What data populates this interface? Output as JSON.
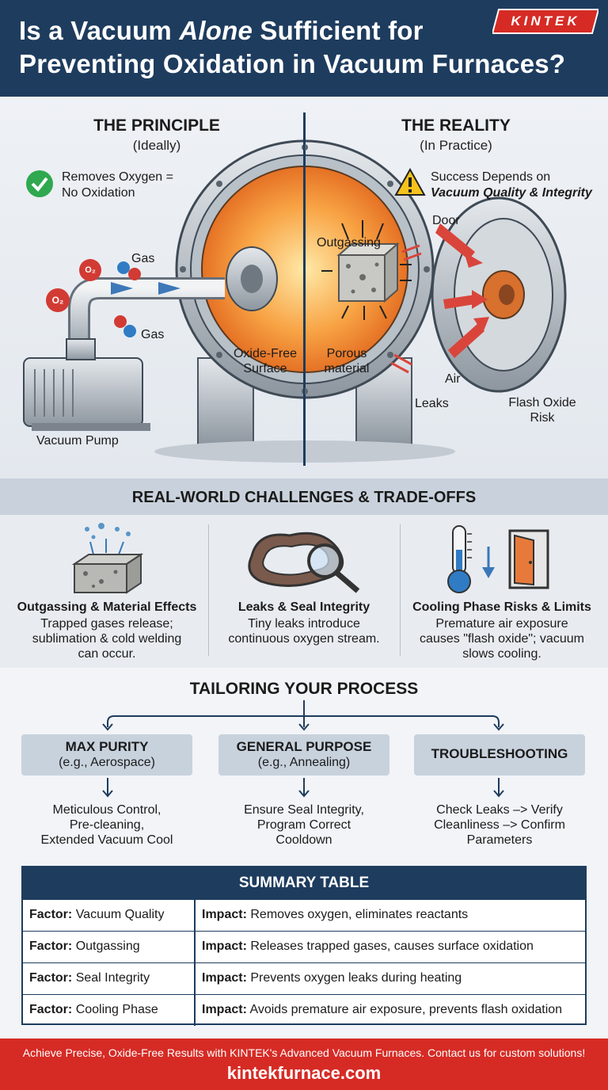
{
  "header": {
    "title_line1_pre": "Is a Vacuum ",
    "title_line1_em": "Alone",
    "title_line1_post": " Sufficient for",
    "title_line2": "Preventing Oxidation in Vacuum Furnaces?",
    "logo_text": "KINTEK"
  },
  "principle": {
    "title": "THE PRINCIPLE",
    "subtitle": "(Ideally)",
    "check_text_1": "Removes Oxygen =",
    "check_text_2": "No Oxidation",
    "o2_label": "O₂",
    "gas_label_1": "Gas",
    "gas_label_2": "Gas",
    "surface_label_1": "Oxide-Free",
    "surface_label_2": "Surface",
    "pump_label": "Vacuum Pump"
  },
  "reality": {
    "title": "THE REALITY",
    "subtitle": "(In Practice)",
    "warn_text_1": "Success Depends on",
    "warn_text_2": "Vacuum Quality & Integrity",
    "door_label": "Door",
    "outgassing_label": "Outgassing",
    "porous_label_1": "Porous",
    "porous_label_2": "material",
    "air_label": "Air",
    "leaks_label": "Leaks",
    "flash_label_1": "Flash Oxide",
    "flash_label_2": "Risk"
  },
  "challenges": {
    "title": "REAL-WORLD CHALLENGES & TRADE-OFFS",
    "items": [
      {
        "title": "Outgassing & Material Effects",
        "text": [
          "Trapped gases release;",
          "sublimation & cold welding",
          "can occur."
        ]
      },
      {
        "title": "Leaks & Seal Integrity",
        "text": [
          "Tiny leaks introduce",
          "continuous oxygen stream."
        ]
      },
      {
        "title": "Cooling Phase Risks & Limits",
        "text": [
          "Premature air exposure",
          "causes \"flash oxide\"; vacuum",
          "slows cooling."
        ]
      }
    ]
  },
  "tailoring": {
    "title": "TAILORING YOUR PROCESS",
    "boxes": [
      {
        "title": "MAX PURITY",
        "sub": "(e.g., Aerospace)",
        "text": [
          "Meticulous Control,",
          "Pre-cleaning,",
          "Extended Vacuum Cool"
        ]
      },
      {
        "title": "GENERAL PURPOSE",
        "sub": "(e.g., Annealing)",
        "text": [
          "Ensure Seal Integrity,",
          "Program Correct",
          "Cooldown"
        ]
      },
      {
        "title": "TROUBLESHOOTING",
        "sub": "",
        "text": [
          "Check Leaks –> Verify",
          "Cleanliness –> Confirm",
          "Parameters"
        ]
      }
    ]
  },
  "summary": {
    "title": "SUMMARY TABLE",
    "factor_prefix": "Factor:",
    "impact_prefix": "Impact:",
    "rows": [
      {
        "factor": "Vacuum Quality",
        "impact": "Removes oxygen, eliminates reactants"
      },
      {
        "factor": "Outgassing",
        "impact": "Releases trapped gases, causes surface oxidation"
      },
      {
        "factor": "Seal Integrity",
        "impact": "Prevents oxygen leaks during heating"
      },
      {
        "factor": "Cooling Phase",
        "impact": "Avoids premature air exposure, prevents flash oxidation"
      }
    ]
  },
  "footer": {
    "tagline": "Achieve Precise, Oxide-Free Results with KINTEK's Advanced Vacuum Furnaces. Contact us for custom solutions!",
    "url": "kintekfurnace.com"
  },
  "colors": {
    "navy": "#1e3c5e",
    "brand_red": "#d62b25",
    "furnace_orange": "#f28a2e",
    "check_green": "#2fa84f",
    "warning_yellow": "#f6c21c"
  }
}
